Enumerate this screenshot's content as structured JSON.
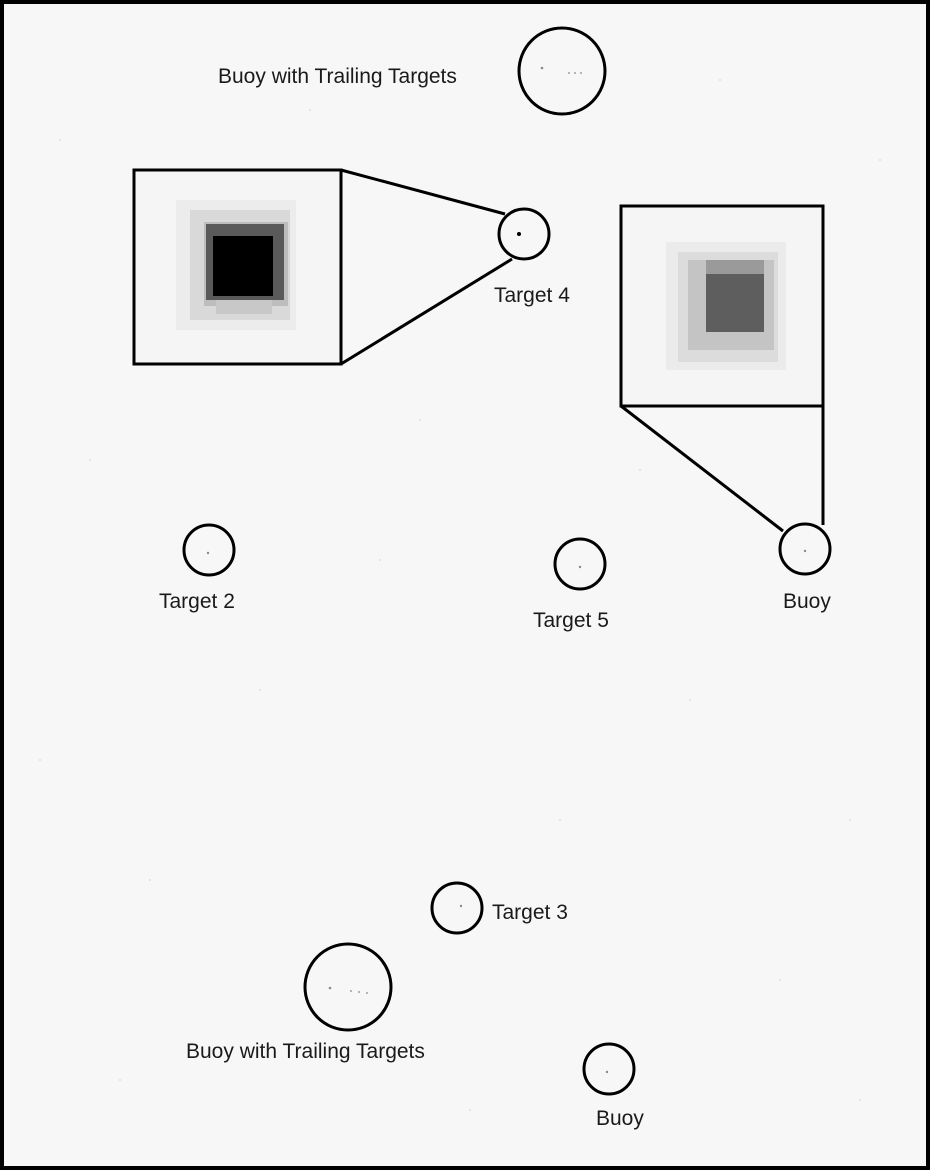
{
  "image": {
    "background_color": "#f7f7f7",
    "border_color": "#000000",
    "marker_color": "#000000"
  },
  "labels": {
    "buoy_trailing_top": "Buoy with Trailing Targets",
    "target4": "Target 4",
    "target2": "Target 2",
    "target5": "Target 5",
    "buoy_right": "Buoy",
    "target3": "Target 3",
    "buoy_trailing_bottom": "Buoy with Trailing Targets",
    "buoy_bottom": "Buoy"
  }
}
